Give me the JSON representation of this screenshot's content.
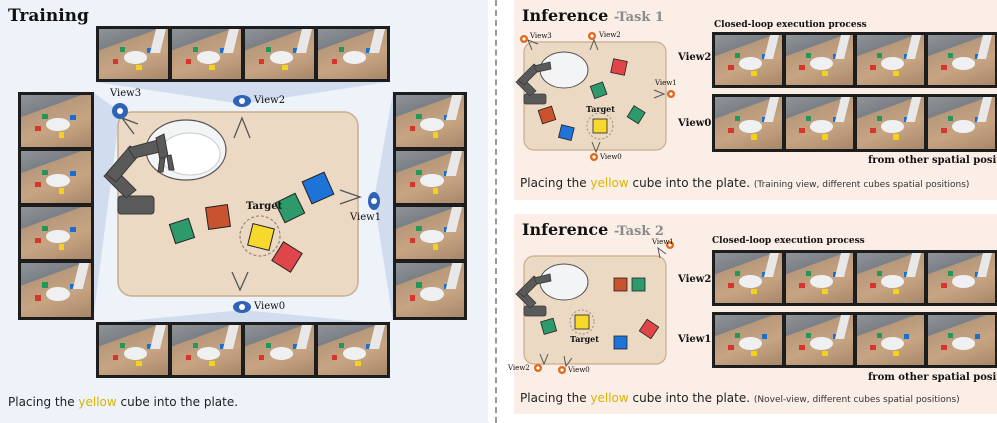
{
  "training": {
    "title": "Training",
    "caption_pre": "Placing the ",
    "caption_color": "yellow",
    "caption_post": " cube into the plate.",
    "view_labels": {
      "view0": "View0",
      "view1": "View1",
      "view2": "View2",
      "view3": "View3"
    },
    "target_label": "Target"
  },
  "task1": {
    "title": "Inference",
    "title_suffix": "-Task 1",
    "process_title": "Closed-loop execution process",
    "row_labels": [
      "View2",
      "View0"
    ],
    "view_labels": {
      "view0": "View0",
      "view1": "View1",
      "view2": "View2",
      "view3": "View3"
    },
    "target_label": "Target",
    "footer": "from other spatial positions",
    "caption_pre": "Placing the ",
    "caption_color": "yellow",
    "caption_post": " cube into the plate.",
    "caption_note": "(Training view, different cubes spatial positions)"
  },
  "task2": {
    "title": "Inference",
    "title_suffix": "-Task 2",
    "process_title": "Closed-loop execution process",
    "row_labels": [
      "View2",
      "View1"
    ],
    "view_labels": {
      "view0": "View0",
      "view1": "View1",
      "view2": "View2"
    },
    "target_label": "Target",
    "footer": "from other spatial positions",
    "caption_pre": "Placing the ",
    "caption_color": "yellow",
    "caption_post": " cube into the plate.",
    "caption_note": "(Novel-view, different cubes spatial positions)"
  },
  "colors": {
    "training_bg": "#eef2f9",
    "inference_bg": "#fbeee6",
    "table": "#ecd9c3",
    "cube_yellow": "#f6d92c",
    "cube_red": "#e0454a",
    "cube_blue": "#1e73d8",
    "cube_green": "#2e9a6b",
    "cube_brown": "#c9522f",
    "eye_blue": "#2f63b6",
    "eye_orange": "#e06a1c",
    "highlight_yellow": "#d9b400"
  }
}
